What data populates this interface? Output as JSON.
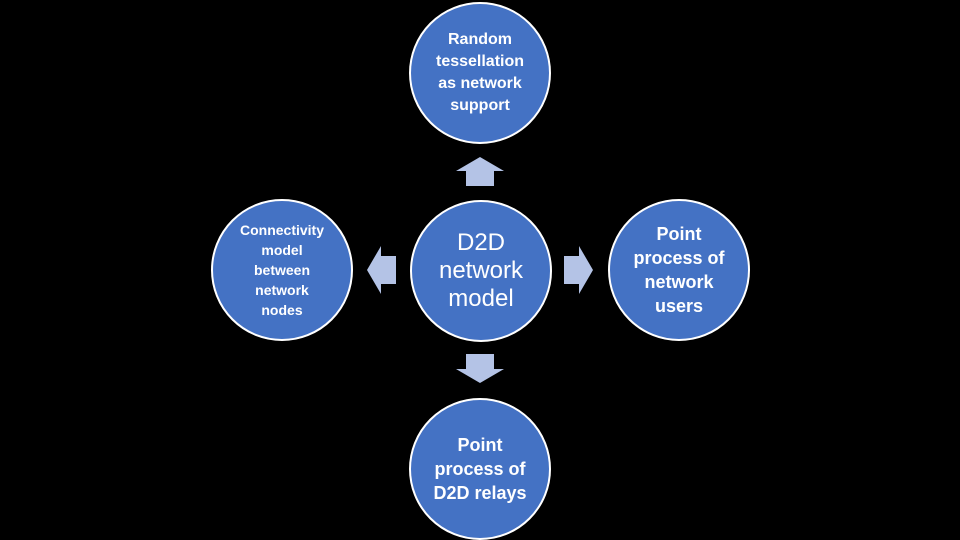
{
  "colors": {
    "background": "#000000",
    "node_fill": "#4472C4",
    "node_border": "#FFFFFF",
    "arrow_fill": "#B4C3E6"
  },
  "center": {
    "label": "D2D\nnetwork\nmodel"
  },
  "top": {
    "label": "Random\ntessellation\nas network\nsupport"
  },
  "right": {
    "label": "Point\nprocess of\nnetwork\nusers"
  },
  "bottom": {
    "label": "Point\nprocess of\nD2D relays"
  },
  "left": {
    "label": "Connectivity\nmodel\nbetween\nnetwork\nnodes"
  },
  "arrows": {
    "up": "arrow-up-icon",
    "right": "arrow-right-icon",
    "down": "arrow-down-icon",
    "left": "arrow-left-icon"
  }
}
